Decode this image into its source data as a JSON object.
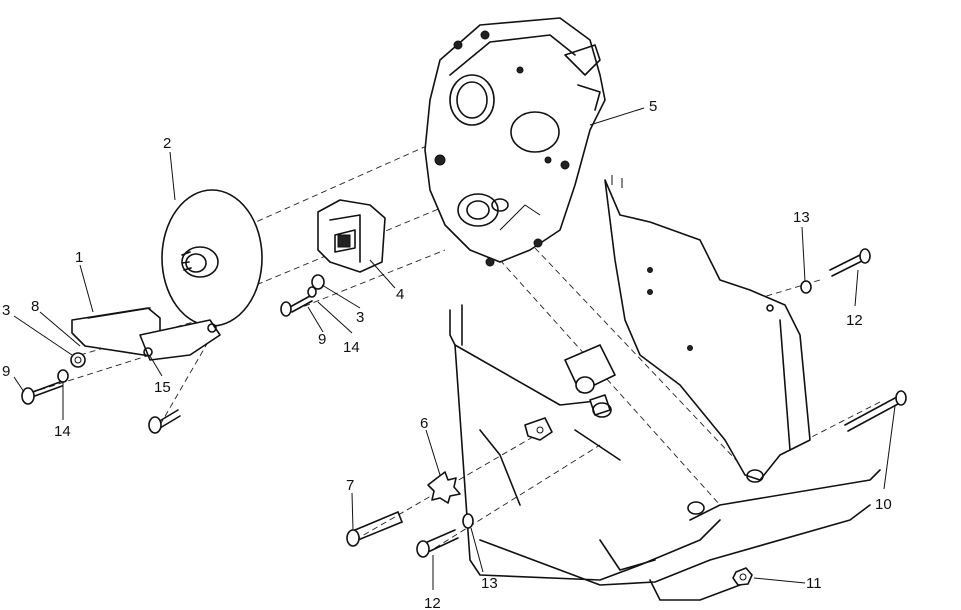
{
  "callouts": {
    "c1": "1",
    "c2": "2",
    "c3a": "3",
    "c3b": "3",
    "c4": "4",
    "c5": "5",
    "c6": "6",
    "c7": "7",
    "c8": "8",
    "c9a": "9",
    "c9b": "9",
    "c10": "10",
    "c11": "11",
    "c12a": "12",
    "c12b": "12",
    "c13a": "13",
    "c13b": "13",
    "c14a": "14",
    "c14b": "14",
    "c15": "15"
  }
}
